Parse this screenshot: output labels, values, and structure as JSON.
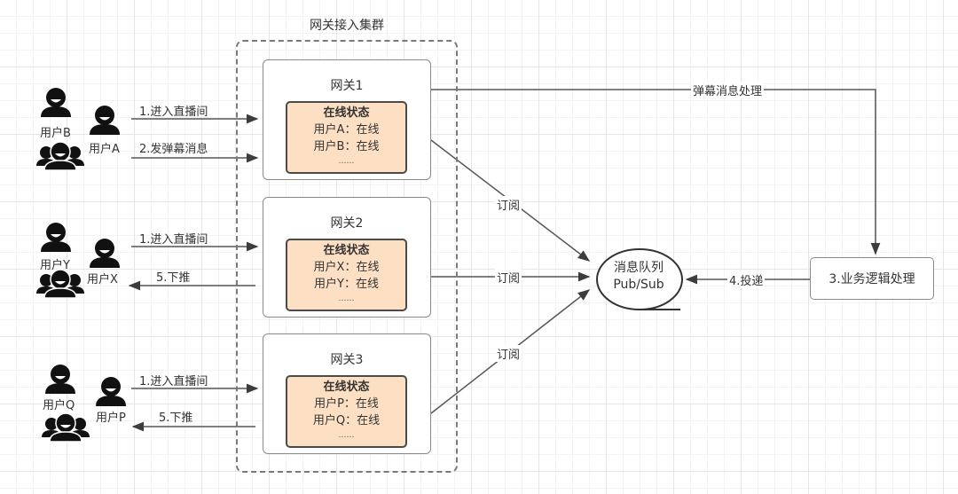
{
  "cluster": {
    "title": "网关接入集群"
  },
  "gateways": [
    {
      "title": "网关1",
      "state_header": "在线状态",
      "rows": [
        "用户A：在线",
        "用户B：在线"
      ],
      "ellipsis": "……"
    },
    {
      "title": "网关2",
      "state_header": "在线状态",
      "rows": [
        "用户X：在线",
        "用户Y：在线"
      ],
      "ellipsis": "……"
    },
    {
      "title": "网关3",
      "state_header": "在线状态",
      "rows": [
        "用户P：在线",
        "用户Q：在线"
      ],
      "ellipsis": "……"
    }
  ],
  "user_groups": [
    {
      "group_user": "用户B",
      "single_user": "用户A",
      "arrow_in": "1.进入直播间",
      "arrow_second": "2.发弹幕消息",
      "second_direction": "to-gateway"
    },
    {
      "group_user": "用户Y",
      "single_user": "用户X",
      "arrow_in": "1.进入直播间",
      "arrow_second": "5.下推",
      "second_direction": "to-user"
    },
    {
      "group_user": "用户Q",
      "single_user": "用户P",
      "arrow_in": "1.进入直播间",
      "arrow_second": "5.下推",
      "second_direction": "to-user"
    }
  ],
  "subscribe_labels": [
    "订阅",
    "订阅",
    "订阅"
  ],
  "message_queue": {
    "line1": "消息队列",
    "line2": "Pub/Sub"
  },
  "danmaku_edge": {
    "label": "弹幕消息处理"
  },
  "business": {
    "label": "3.业务逻辑处理"
  },
  "deliver_edge": {
    "label": "4.投递"
  },
  "colors": {
    "state_fill": "#fde0c4",
    "stroke": "#4a4a4a",
    "grid": "#e6e6e6"
  }
}
